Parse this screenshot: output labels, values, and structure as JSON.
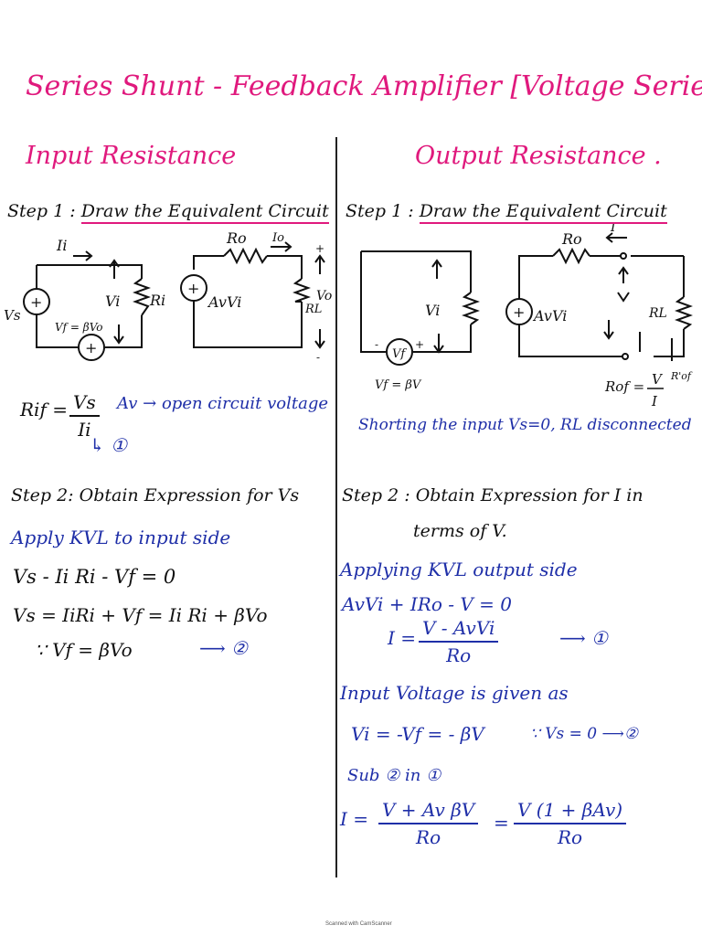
{
  "title": "Series Shunt - Feedback Amplifier [Voltage Series]",
  "left": {
    "heading": "Input Resistance",
    "step1": {
      "label": "Step 1 :",
      "text": "Draw the Equivalent Circuit"
    },
    "circuit": {
      "ii": "Ii",
      "vi": "Vi",
      "ri": "Ri",
      "vs": "Vs",
      "vf": "Vf = βVo",
      "ro": "Ro",
      "io": "Io",
      "avvi": "AvVi",
      "vo": "Vo",
      "rl": "RL",
      "plus": "+",
      "minus": "-"
    },
    "rif_label": "Rif =",
    "rif_num": "Vs",
    "rif_den": "Ii",
    "av_note": "Av → open circuit voltage",
    "eq_ref": "↳ ①",
    "step2": {
      "label": "Step 2:",
      "text": "Obtain Expression for Vs"
    },
    "kvl_heading": "Apply KVL to input side",
    "eq1": "Vs - Ii Ri - Vf = 0",
    "eq2": "Vs = IiRi + Vf = Ii Ri + βVo",
    "eq3": "∵ Vf = βVo",
    "eq3_ref": "⟶ ②"
  },
  "right": {
    "heading": "Output Resistance .",
    "step1": {
      "label": "Step 1 :",
      "text": "Draw the Equivalent Circuit"
    },
    "circuit": {
      "vi": "Vi",
      "vf": "Vf = βV",
      "vf_short": "Vf",
      "ro": "Ro",
      "i": "I",
      "avvi": "AvVi",
      "rl": "RL",
      "rof_label": "Rof =",
      "rof_num": "V",
      "rof_den": "I",
      "rprime": "R'of",
      "plus": "+",
      "minus": "-"
    },
    "shorting_note": "Shorting the input Vs=0, RL disconnected",
    "step2": {
      "label": "Step 2 :",
      "text": "Obtain Expression for I in"
    },
    "step2_cont": "terms of V.",
    "kvl_heading": "Applying KVL output side",
    "eq1": "AvVi + IRo - V = 0",
    "eq2_lhs": "I =",
    "eq2_num": "V - AvVi",
    "eq2_den": "Ro",
    "eq2_ref": "⟶ ①",
    "input_heading": "Input Voltage is given as",
    "eq3": "Vi = -Vf = - βV",
    "eq3_cond": "∵ Vs = 0 ⟶②",
    "sub": "Sub ② in ①",
    "eq4_lhs": "I =",
    "eq4_num": "V + Av βV",
    "eq4_den": "Ro",
    "eq4_eq": "=",
    "eq4_num2": "V (1 + βAv)",
    "eq4_den2": "Ro"
  },
  "footer": "Scanned with CamScanner"
}
